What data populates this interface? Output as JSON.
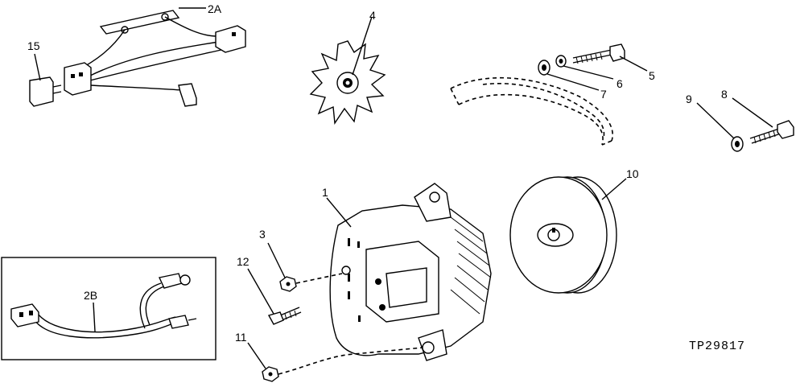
{
  "callouts": {
    "c1": "1",
    "c2a": "2A",
    "c2b": "2B",
    "c3": "3",
    "c4": "4",
    "c5": "5",
    "c6": "6",
    "c7": "7",
    "c8": "8",
    "c9": "9",
    "c10": "10",
    "c11": "11",
    "c12": "12",
    "c15": "15"
  },
  "figure_id": "TP29817"
}
